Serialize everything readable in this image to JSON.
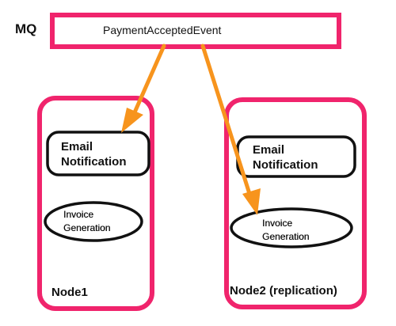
{
  "mq": {
    "label": "MQ",
    "event": "PaymentAcceptedEvent"
  },
  "nodes": [
    {
      "label": "Node1",
      "email_lines": [
        "Email",
        "Notification"
      ],
      "invoice_lines": [
        "Invoice",
        "Generation"
      ]
    },
    {
      "label": "Node2 (replication)",
      "email_lines": [
        "Email",
        "Notification"
      ],
      "invoice_lines": [
        "Invoice",
        "Generation"
      ]
    }
  ],
  "colors": {
    "container_border": "#f0246c",
    "arrow": "#f7941d",
    "box_border": "#111111",
    "text": "#111111"
  }
}
